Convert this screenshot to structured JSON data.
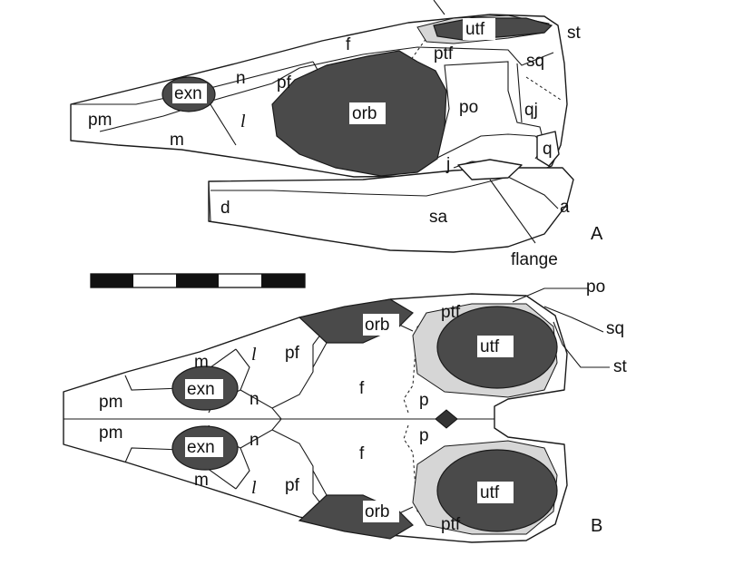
{
  "view_a": {
    "panel_letter": "A",
    "labels": {
      "utf": "utf",
      "st": "st",
      "f": "f",
      "ptf": "ptf",
      "sq": "sq",
      "exn": "exn",
      "n": "n",
      "pf": "pf",
      "pm": "pm",
      "l": "l",
      "orb": "orb",
      "po": "po",
      "qj": "qj",
      "m": "m",
      "q": "q",
      "j": "j",
      "d": "d",
      "a": "a",
      "sa": "sa",
      "flange": "flange"
    }
  },
  "view_b": {
    "panel_letter": "B",
    "labels": {
      "po": "po",
      "sq": "sq",
      "st": "st",
      "orb_top": "orb",
      "ptf_top": "ptf",
      "utf_top": "utf",
      "m_top": "m",
      "l_top": "l",
      "pf_top": "pf",
      "pm_top": "pm",
      "exn_top": "exn",
      "n_top": "n",
      "f_top": "f",
      "p_top": "p",
      "pm_bot": "pm",
      "exn_bot": "exn",
      "n_bot": "n",
      "f_bot": "f",
      "p_bot": "p",
      "m_bot": "m",
      "l_bot": "l",
      "pf_bot": "pf",
      "orb_bot": "orb",
      "utf_bot": "utf",
      "ptf_bot": "ptf"
    }
  },
  "scale_bar": {
    "segments": 5
  },
  "colors": {
    "fenestra": "#4a4a4a",
    "stipple": "#d6d6d6",
    "line": "#1a1a1a"
  }
}
